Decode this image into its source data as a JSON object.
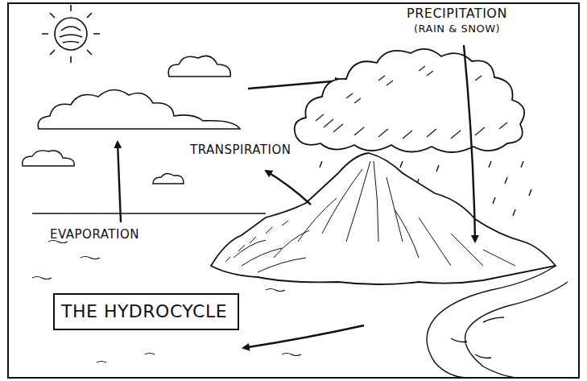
{
  "diagram": {
    "nodes": [
      {
        "text": [
          "THE HYDROCYCLE"
        ]
      }
    ],
    "labels": [
      "PRECIPITATION",
      "(RAIN & SNOW)",
      "TRANSPIRATION",
      "EVAPORATION"
    ]
  }
}
